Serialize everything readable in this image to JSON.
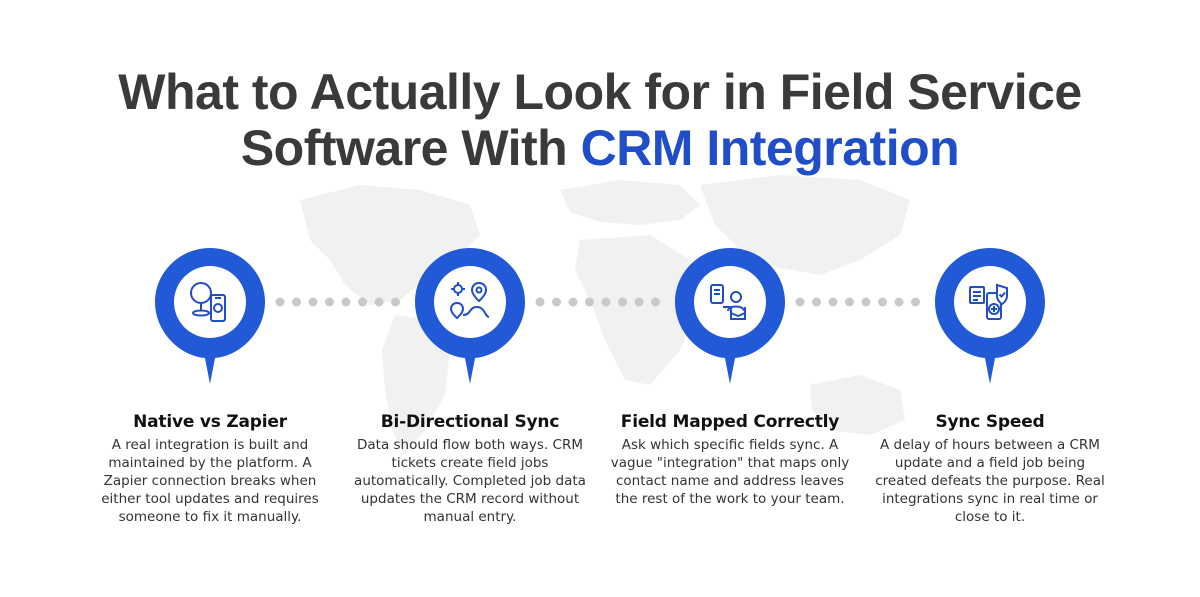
{
  "title": {
    "line1": "What to Actually Look for in Field Service",
    "line2_prefix": "Software With ",
    "line2_accent": "CRM Integration"
  },
  "colors": {
    "accent": "#1f4ec8",
    "pin_ring": "#2159d6",
    "title_text": "#3a3a3a",
    "dot": "#c9c9c9"
  },
  "features": [
    {
      "icon": "location-phone-icon",
      "heading": "Native vs Zapier",
      "body": "A real integration is built and maintained by the platform. A Zapier connection breaks when either tool updates and requires someone to fix it manually."
    },
    {
      "icon": "route-sync-icon",
      "heading": "Bi-Directional Sync",
      "body": "Data should flow both ways. CRM tickets create field jobs automatically. Completed job data updates the CRM record without manual entry."
    },
    {
      "icon": "field-mapping-icon",
      "heading": "Field Mapped Correctly",
      "body": "Ask which specific fields sync. A vague \"integration\" that maps only contact name and address leaves the rest of the work to your team."
    },
    {
      "icon": "secure-sync-speed-icon",
      "heading": "Sync Speed",
      "body": "A delay of hours between a CRM update and a field job being created defeats the purpose. Real integrations sync in real time or close to it."
    }
  ]
}
